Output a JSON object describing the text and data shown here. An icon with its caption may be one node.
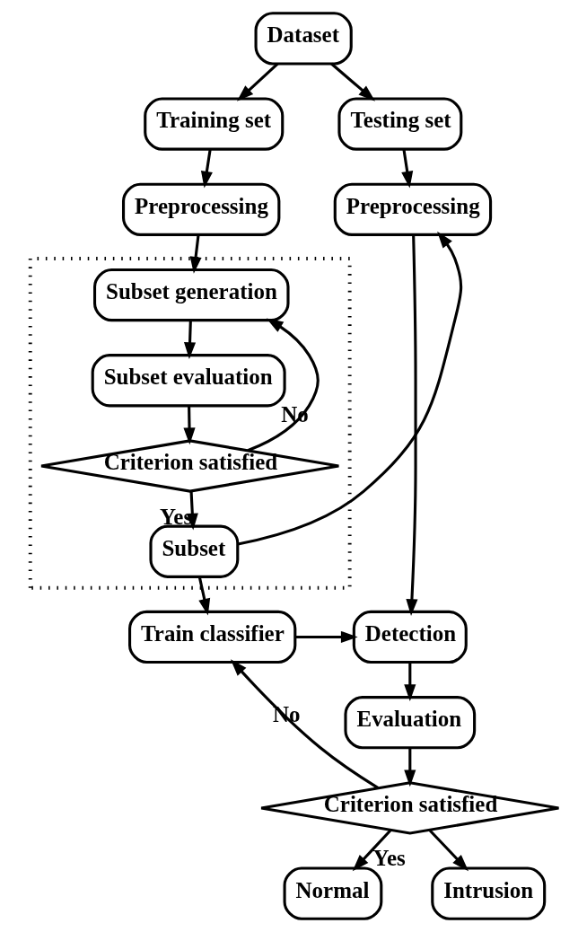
{
  "diagram": {
    "nodes": [
      {
        "text": [
          "Dataset"
        ]
      },
      {
        "text": [
          "Training set"
        ]
      },
      {
        "text": [
          "Testing set"
        ]
      },
      {
        "text": [
          "Preprocessing"
        ]
      },
      {
        "text": [
          "Preprocessing"
        ]
      },
      {
        "text": [],
        "shape": "box"
      },
      {
        "text": [
          "Subset generation"
        ],
        "in": 5
      },
      {
        "text": [
          "Subset evaluation"
        ],
        "in": 5
      },
      {
        "text": [
          "Criterion satisfied"
        ],
        "in": 5
      },
      {
        "text": [
          "Subset"
        ],
        "in": 5
      },
      {
        "text": [
          "Train classifier"
        ]
      },
      {
        "text": [
          "Detection"
        ]
      },
      {
        "text": [
          "Evaluation"
        ]
      },
      {
        "text": [
          "Criterion satisfied"
        ]
      },
      {
        "text": [
          "Normal"
        ]
      },
      {
        "text": [
          "Intrusion"
        ]
      }
    ],
    "edges": [
      {
        "from": 0,
        "to": 1,
        "arrow": "to"
      },
      {
        "from": 0,
        "to": 2,
        "arrow": "to"
      },
      {
        "from": 1,
        "to": 3,
        "arrow": "to"
      },
      {
        "from": 2,
        "to": 4,
        "arrow": "to"
      },
      {
        "from": 3,
        "to": 6,
        "arrow": "to"
      },
      {
        "from": 6,
        "to": 7,
        "arrow": "to"
      },
      {
        "from": 7,
        "to": 8,
        "arrow": "to"
      },
      {
        "from": 8,
        "to": 6,
        "arrow": "to",
        "label": "No"
      },
      {
        "from": 8,
        "to": 9,
        "arrow": "to",
        "label": "Yes"
      },
      {
        "from": 9,
        "to": 4,
        "arrow": "to"
      },
      {
        "from": 9,
        "to": 10,
        "arrow": "to"
      },
      {
        "from": 10,
        "to": 11,
        "arrow": "to"
      },
      {
        "from": 4,
        "to": 11,
        "arrow": "to"
      },
      {
        "from": 11,
        "to": 12,
        "arrow": "to"
      },
      {
        "from": 12,
        "to": 13,
        "arrow": "to"
      },
      {
        "from": 13,
        "to": 10,
        "arrow": "to",
        "label": "No"
      },
      {
        "from": 13,
        "to": 14,
        "arrow": "to",
        "label": "Yes"
      },
      {
        "from": 13,
        "to": 15,
        "arrow": "to"
      }
    ]
  }
}
